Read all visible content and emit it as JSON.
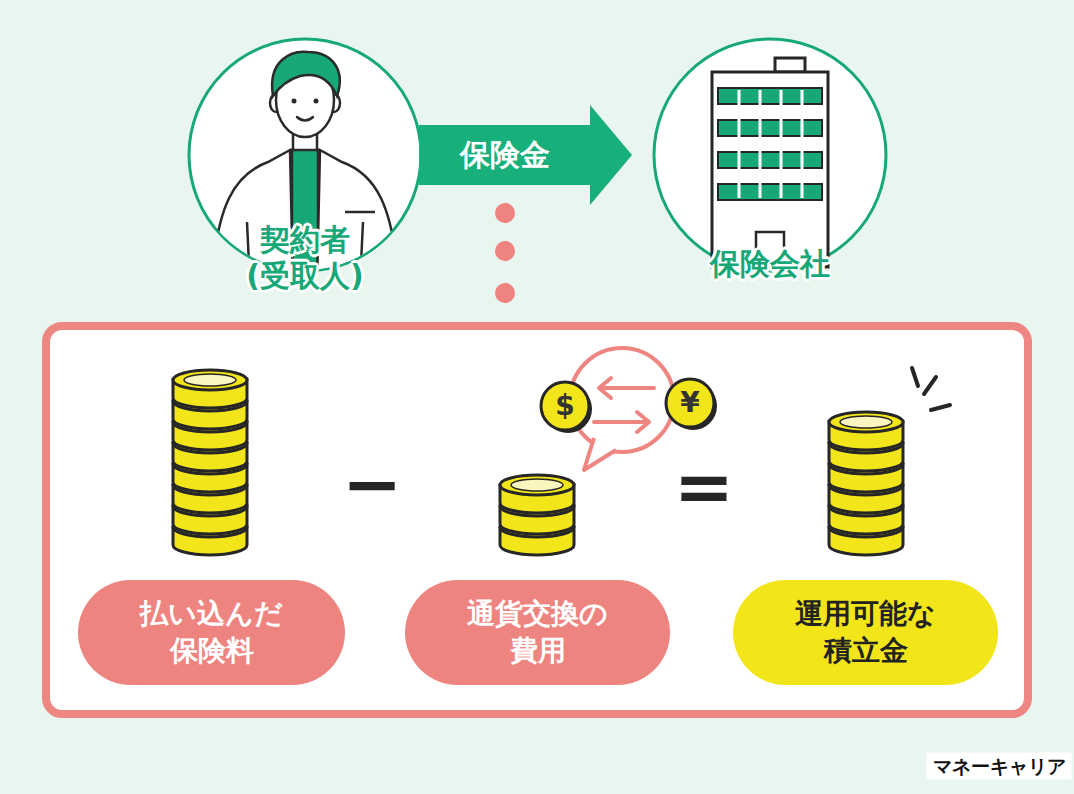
{
  "diagram": {
    "nodes": [
      {
        "text": [
          "契約者 (受取人)"
        ]
      },
      {
        "text": [
          "保険会社"
        ]
      },
      {
        "text": []
      },
      {
        "text": [
          "払い込んだ 保険料"
        ],
        "in": 2
      },
      {
        "text": [
          "通貨交換の 費用"
        ],
        "in": 2
      },
      {
        "text": [
          "運用可能な 積立金"
        ],
        "in": 2
      }
    ],
    "edges": [
      {
        "from": 0,
        "to": 1,
        "arrow": "to",
        "label": "保険金"
      }
    ],
    "labels": [
      "−",
      "$",
      "¥",
      "=",
      "マネーキャリア"
    ]
  }
}
